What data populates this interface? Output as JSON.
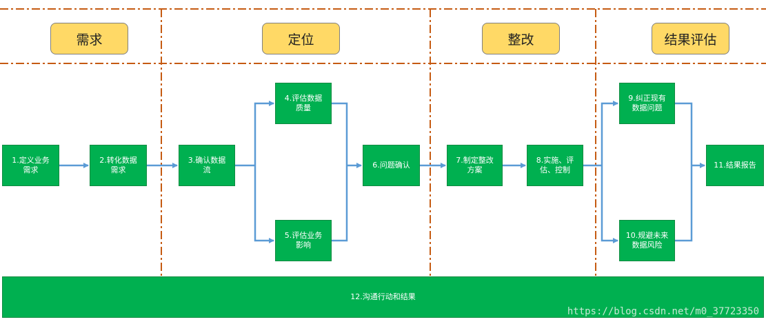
{
  "phases": {
    "p1": "需求",
    "p2": "定位",
    "p3": "整改",
    "p4": "结果评估"
  },
  "nodes": {
    "n1": "1.定义业务\n需求",
    "n2": "2.转化数据\n需求",
    "n3": "3.确认数据\n流",
    "n4": "4.评估数据\n质量",
    "n5": "5.评估业务\n影响",
    "n6": "6.问题确认",
    "n7": "7.制定整改\n方案",
    "n8": "8.实施、评\n估、控制",
    "n9": "9.纠正现有\n数据问题",
    "n10": "10.规避未来\n数据风险",
    "n11": "11.结果报告",
    "n12": "12.沟通行动和结果"
  },
  "watermark": "https://blog.csdn.net/m0_37723350",
  "colors": {
    "box_fill": "#00b050",
    "phase_fill": "#ffd966",
    "divider": "#c55a11",
    "arrow": "#5b9bd5"
  }
}
